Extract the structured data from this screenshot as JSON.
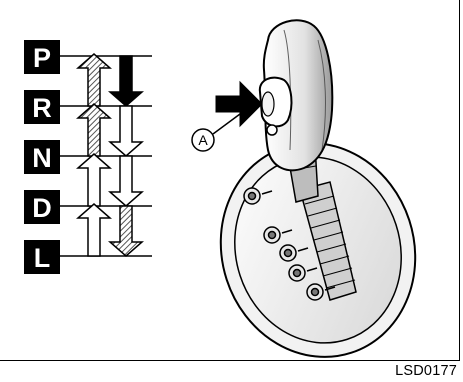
{
  "figure_code": "LSD0177",
  "gears": [
    "P",
    "R",
    "N",
    "D",
    "L"
  ],
  "callout": "A",
  "icons": {
    "lever": "shift-lever-icon",
    "button": "shift-lock-button-icon",
    "push_arrow": "push-arrow-icon"
  }
}
